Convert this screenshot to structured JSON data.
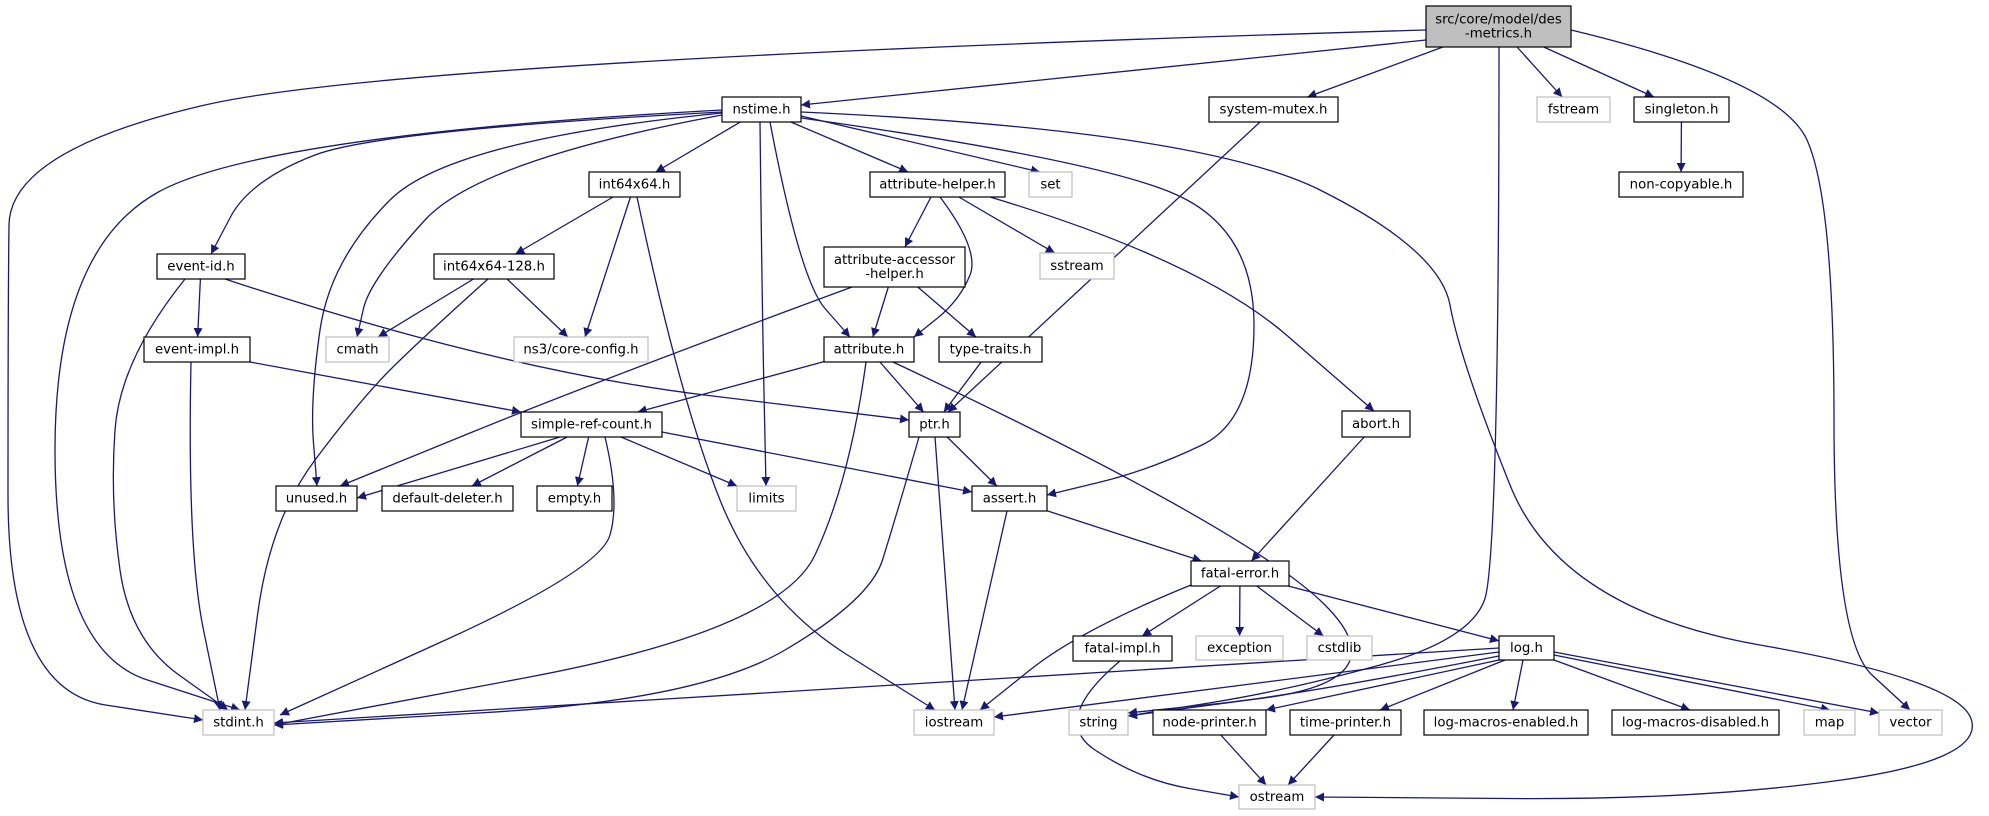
{
  "title": "src/core/model/des-metrics.h include dependency graph",
  "colors": {
    "edge": "#191970",
    "root_fill": "#bfbfbf",
    "root_border": "#000000",
    "internal_fill": "#ffffff",
    "internal_border": "#000000",
    "external_fill": "#ffffff",
    "external_border": "#bfbfbf"
  },
  "nodes": [
    {
      "id": "des-metrics",
      "label": [
        "src/core/model/des",
        "-metrics.h"
      ],
      "kind": "root"
    },
    {
      "id": "nstime",
      "label": [
        "nstime.h"
      ],
      "kind": "internal"
    },
    {
      "id": "system-mutex",
      "label": [
        "system-mutex.h"
      ],
      "kind": "internal"
    },
    {
      "id": "fstream",
      "label": [
        "fstream"
      ],
      "kind": "external"
    },
    {
      "id": "singleton",
      "label": [
        "singleton.h"
      ],
      "kind": "internal"
    },
    {
      "id": "non-copyable",
      "label": [
        "non-copyable.h"
      ],
      "kind": "internal"
    },
    {
      "id": "int64x64",
      "label": [
        "int64x64.h"
      ],
      "kind": "internal"
    },
    {
      "id": "attribute-helper",
      "label": [
        "attribute-helper.h"
      ],
      "kind": "internal"
    },
    {
      "id": "set",
      "label": [
        "set"
      ],
      "kind": "external"
    },
    {
      "id": "event-id",
      "label": [
        "event-id.h"
      ],
      "kind": "internal"
    },
    {
      "id": "int64x64-128",
      "label": [
        "int64x64-128.h"
      ],
      "kind": "internal"
    },
    {
      "id": "attribute-accessor-helper",
      "label": [
        "attribute-accessor",
        "-helper.h"
      ],
      "kind": "internal"
    },
    {
      "id": "sstream",
      "label": [
        "sstream"
      ],
      "kind": "external"
    },
    {
      "id": "event-impl",
      "label": [
        "event-impl.h"
      ],
      "kind": "internal"
    },
    {
      "id": "cmath",
      "label": [
        "cmath"
      ],
      "kind": "external"
    },
    {
      "id": "core-config",
      "label": [
        "ns3/core-config.h"
      ],
      "kind": "external"
    },
    {
      "id": "attribute",
      "label": [
        "attribute.h"
      ],
      "kind": "internal"
    },
    {
      "id": "type-traits",
      "label": [
        "type-traits.h"
      ],
      "kind": "internal"
    },
    {
      "id": "simple-ref-count",
      "label": [
        "simple-ref-count.h"
      ],
      "kind": "internal"
    },
    {
      "id": "ptr",
      "label": [
        "ptr.h"
      ],
      "kind": "internal"
    },
    {
      "id": "abort",
      "label": [
        "abort.h"
      ],
      "kind": "internal"
    },
    {
      "id": "unused",
      "label": [
        "unused.h"
      ],
      "kind": "internal"
    },
    {
      "id": "default-deleter",
      "label": [
        "default-deleter.h"
      ],
      "kind": "internal"
    },
    {
      "id": "empty",
      "label": [
        "empty.h"
      ],
      "kind": "internal"
    },
    {
      "id": "limits",
      "label": [
        "limits"
      ],
      "kind": "external"
    },
    {
      "id": "assert",
      "label": [
        "assert.h"
      ],
      "kind": "internal"
    },
    {
      "id": "fatal-error",
      "label": [
        "fatal-error.h"
      ],
      "kind": "internal"
    },
    {
      "id": "fatal-impl",
      "label": [
        "fatal-impl.h"
      ],
      "kind": "internal"
    },
    {
      "id": "exception",
      "label": [
        "exception"
      ],
      "kind": "external"
    },
    {
      "id": "cstdlib",
      "label": [
        "cstdlib"
      ],
      "kind": "external"
    },
    {
      "id": "log",
      "label": [
        "log.h"
      ],
      "kind": "internal"
    },
    {
      "id": "stdint",
      "label": [
        "stdint.h"
      ],
      "kind": "external"
    },
    {
      "id": "iostream",
      "label": [
        "iostream"
      ],
      "kind": "external"
    },
    {
      "id": "string",
      "label": [
        "string"
      ],
      "kind": "external"
    },
    {
      "id": "node-printer",
      "label": [
        "node-printer.h"
      ],
      "kind": "internal"
    },
    {
      "id": "time-printer",
      "label": [
        "time-printer.h"
      ],
      "kind": "internal"
    },
    {
      "id": "log-macros-enabled",
      "label": [
        "log-macros-enabled.h"
      ],
      "kind": "internal"
    },
    {
      "id": "log-macros-disabled",
      "label": [
        "log-macros-disabled.h"
      ],
      "kind": "internal"
    },
    {
      "id": "map",
      "label": [
        "map"
      ],
      "kind": "external"
    },
    {
      "id": "vector",
      "label": [
        "vector"
      ],
      "kind": "external"
    },
    {
      "id": "ostream",
      "label": [
        "ostream"
      ],
      "kind": "external"
    }
  ],
  "edges": [
    [
      "des-metrics",
      "stdint"
    ],
    [
      "des-metrics",
      "nstime"
    ],
    [
      "des-metrics",
      "system-mutex"
    ],
    [
      "des-metrics",
      "string"
    ],
    [
      "des-metrics",
      "fstream"
    ],
    [
      "des-metrics",
      "singleton"
    ],
    [
      "des-metrics",
      "vector"
    ],
    [
      "singleton",
      "non-copyable"
    ],
    [
      "system-mutex",
      "ptr"
    ],
    [
      "nstime",
      "event-id"
    ],
    [
      "nstime",
      "stdint"
    ],
    [
      "nstime",
      "unused"
    ],
    [
      "nstime",
      "cmath"
    ],
    [
      "nstime",
      "int64x64"
    ],
    [
      "nstime",
      "limits"
    ],
    [
      "nstime",
      "attribute"
    ],
    [
      "nstime",
      "attribute-helper"
    ],
    [
      "nstime",
      "set"
    ],
    [
      "nstime",
      "assert"
    ],
    [
      "nstime",
      "ostream"
    ],
    [
      "int64x64",
      "int64x64-128"
    ],
    [
      "int64x64",
      "core-config"
    ],
    [
      "int64x64",
      "iostream"
    ],
    [
      "int64x64-128",
      "cmath"
    ],
    [
      "int64x64-128",
      "core-config"
    ],
    [
      "int64x64-128",
      "stdint"
    ],
    [
      "event-id",
      "event-impl"
    ],
    [
      "event-id",
      "stdint"
    ],
    [
      "event-id",
      "ptr"
    ],
    [
      "event-impl",
      "simple-ref-count"
    ],
    [
      "event-impl",
      "stdint"
    ],
    [
      "attribute-helper",
      "attribute-accessor-helper"
    ],
    [
      "attribute-helper",
      "attribute"
    ],
    [
      "attribute-helper",
      "sstream"
    ],
    [
      "attribute-helper",
      "abort"
    ],
    [
      "attribute-accessor-helper",
      "attribute"
    ],
    [
      "attribute-accessor-helper",
      "type-traits"
    ],
    [
      "attribute-accessor-helper",
      "unused"
    ],
    [
      "attribute",
      "simple-ref-count"
    ],
    [
      "attribute",
      "ptr"
    ],
    [
      "attribute",
      "stdint"
    ],
    [
      "attribute",
      "string"
    ],
    [
      "type-traits",
      "ptr"
    ],
    [
      "simple-ref-count",
      "unused"
    ],
    [
      "simple-ref-count",
      "default-deleter"
    ],
    [
      "simple-ref-count",
      "empty"
    ],
    [
      "simple-ref-count",
      "limits"
    ],
    [
      "simple-ref-count",
      "assert"
    ],
    [
      "simple-ref-count",
      "stdint"
    ],
    [
      "ptr",
      "assert"
    ],
    [
      "ptr",
      "iostream"
    ],
    [
      "ptr",
      "stdint"
    ],
    [
      "abort",
      "fatal-error"
    ],
    [
      "assert",
      "fatal-error"
    ],
    [
      "assert",
      "iostream"
    ],
    [
      "fatal-error",
      "fatal-impl"
    ],
    [
      "fatal-error",
      "exception"
    ],
    [
      "fatal-error",
      "cstdlib"
    ],
    [
      "fatal-error",
      "log"
    ],
    [
      "fatal-error",
      "iostream"
    ],
    [
      "fatal-impl",
      "ostream"
    ],
    [
      "log",
      "stdint"
    ],
    [
      "log",
      "iostream"
    ],
    [
      "log",
      "string"
    ],
    [
      "log",
      "node-printer"
    ],
    [
      "log",
      "time-printer"
    ],
    [
      "log",
      "log-macros-enabled"
    ],
    [
      "log",
      "log-macros-disabled"
    ],
    [
      "log",
      "map"
    ],
    [
      "log",
      "vector"
    ],
    [
      "node-printer",
      "ostream"
    ],
    [
      "time-printer",
      "ostream"
    ]
  ]
}
